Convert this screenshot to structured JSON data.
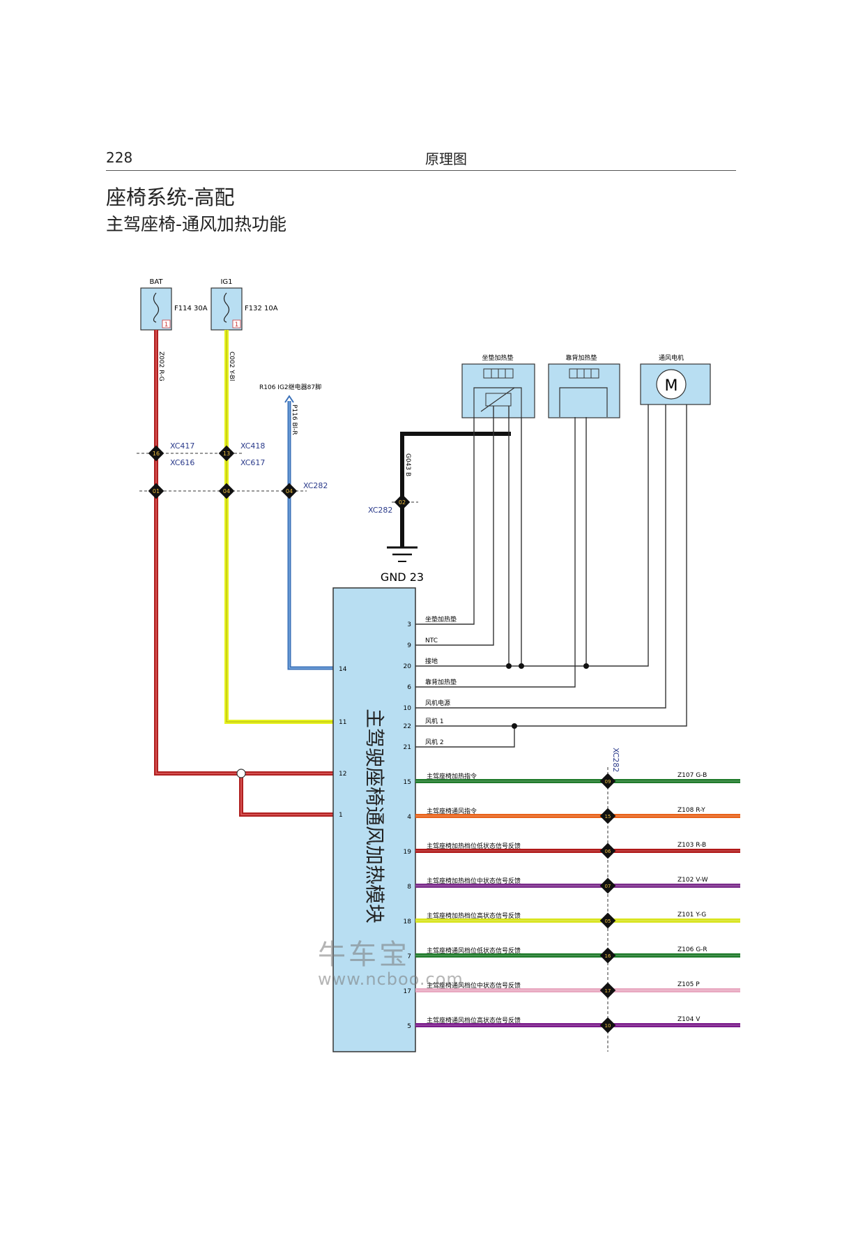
{
  "header": {
    "page_number": "228",
    "section": "原理图"
  },
  "title": "座椅系统-高配",
  "subtitle": "主驾座椅-通风加热功能",
  "fuses": [
    {
      "source": "BAT",
      "name": "F114 30A",
      "pin": "1"
    },
    {
      "source": "IG1",
      "name": "F132 10A",
      "pin": "1"
    }
  ],
  "wires_top": {
    "bat_wire": "Z002 R-G",
    "ig1_wire": "C002 Y-Bl",
    "relay_ref": "R106 IG2继电器87脚",
    "relay_wire": "P116 Bl-R",
    "ground_wire": "G043 B"
  },
  "connectors": {
    "xc417": "XC417",
    "xc616": "XC616",
    "xc418": "XC418",
    "xc617": "XC617",
    "xc282_a": "XC282",
    "xc282_b": "XC282",
    "xc282_c": "XC282",
    "pin16": "16",
    "pin13": "13",
    "pin01": "01",
    "pin04a": "04",
    "pin04b": "04",
    "pin02": "02"
  },
  "ground": "GND 23",
  "components": {
    "seat_cushion": "坐垫加热垫",
    "seat_back": "靠背加热垫",
    "fan_motor": "通风电机",
    "motor_symbol": "M"
  },
  "module": {
    "name": "主驾驶座椅通风加热模块",
    "left_pins": [
      "14",
      "11",
      "12",
      "1"
    ],
    "right_pins": [
      {
        "pin": "3",
        "label": "坐垫加热垫"
      },
      {
        "pin": "9",
        "label": "NTC"
      },
      {
        "pin": "20",
        "label": "接地"
      },
      {
        "pin": "6",
        "label": "靠背加热垫"
      },
      {
        "pin": "10",
        "label": "风机电源"
      },
      {
        "pin": "22",
        "label": "风机 1"
      },
      {
        "pin": "21",
        "label": "风机 2"
      }
    ]
  },
  "signals": [
    {
      "pin": "15",
      "label": "主驾座椅加热指令",
      "conn": "09",
      "wire": "Z107 G-B",
      "color": "#1e7a2a"
    },
    {
      "pin": "4",
      "label": "主驾座椅通风指令",
      "conn": "15",
      "wire": "Z108 R-Y",
      "color": "#e8621a"
    },
    {
      "pin": "19",
      "label": "主驾座椅加热档位低状态信号反馈",
      "conn": "06",
      "wire": "Z103 R-B",
      "color": "#b01818"
    },
    {
      "pin": "8",
      "label": "主驾座椅加热档位中状态信号反馈",
      "conn": "07",
      "wire": "Z102 V-W",
      "color": "#7a2a8a"
    },
    {
      "pin": "18",
      "label": "主驾座椅加热档位高状态信号反馈",
      "conn": "05",
      "wire": "Z101 Y-G",
      "color": "#d8e41a"
    },
    {
      "pin": "7",
      "label": "主驾座椅通风档位低状态信号反馈",
      "conn": "16",
      "wire": "Z106 G-R",
      "color": "#1e7a2a"
    },
    {
      "pin": "17",
      "label": "主驾座椅通风档位中状态信号反馈",
      "conn": "17",
      "wire": "Z105 P",
      "color": "#e8a8c0"
    },
    {
      "pin": "5",
      "label": "主驾座椅通风档位高状态信号反馈",
      "conn": "10",
      "wire": "Z104 V",
      "color": "#7a1a8a"
    }
  ],
  "watermark": {
    "brand": "牛车宝",
    "url": "www.ncboo.com"
  },
  "colors": {
    "module_fill": "#b8def2",
    "red_wire": "#b02020",
    "yellow_wire": "#e6f21e",
    "blue_wire": "#3a70b8"
  }
}
